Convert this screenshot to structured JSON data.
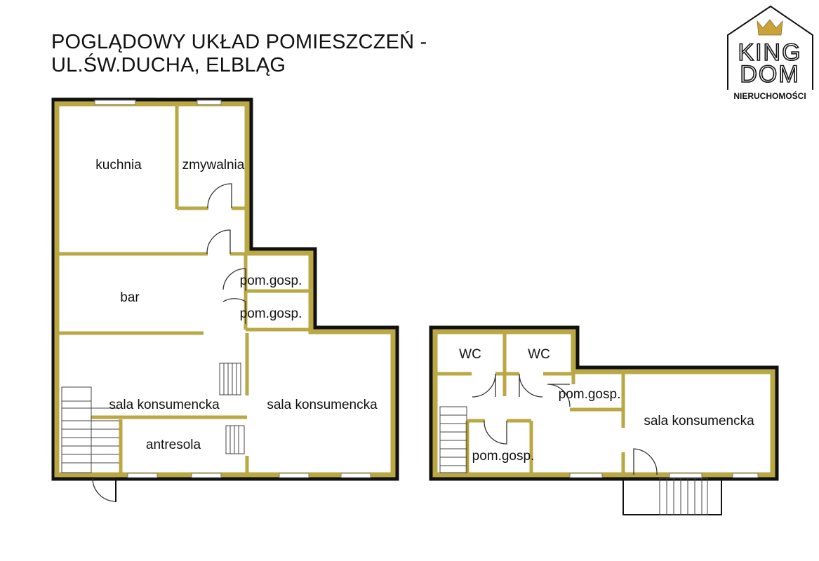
{
  "title": {
    "line1": "POGLĄDOWY UKŁAD POMIESZCZEŃ -",
    "line2": "UL.ŚW.DUCHA, ELBLĄG"
  },
  "logo": {
    "line1": "KING",
    "line2": "DOM",
    "subtitle": "NIERUCHOMOŚCI",
    "accent": "#c9a23a"
  },
  "plan_left": {
    "rooms": [
      "kuchnia",
      "zmywalnia",
      "bar",
      "pom.gosp.",
      "pom.gosp.",
      "sala konsumencka",
      "sala konsumencka",
      "antresola"
    ]
  },
  "plan_right": {
    "rooms": [
      "WC",
      "WC",
      "pom.gosp.",
      "sala konsumencka",
      "pom.gosp."
    ]
  },
  "colors": {
    "wall": "#b9a843"
  }
}
